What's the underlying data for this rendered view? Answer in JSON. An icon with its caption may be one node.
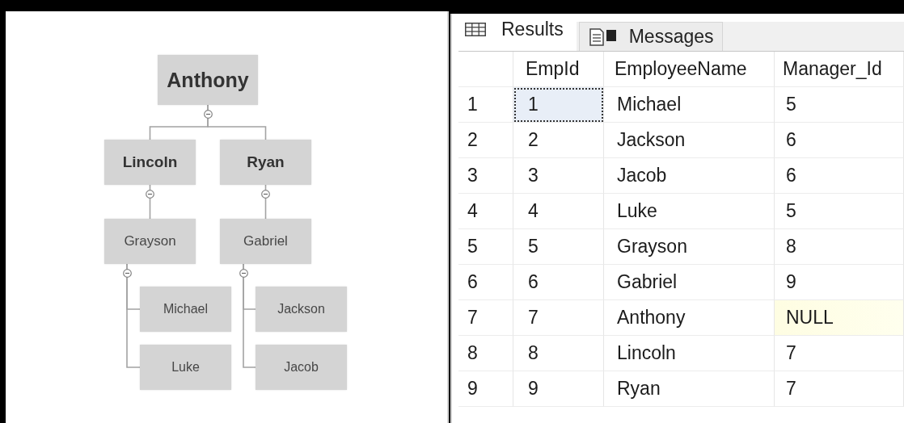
{
  "diagram": {
    "nodes": [
      {
        "text": [
          "Anthony"
        ]
      },
      {
        "text": [
          "Lincoln"
        ]
      },
      {
        "text": [
          "Ryan"
        ]
      },
      {
        "text": [
          "Grayson"
        ]
      },
      {
        "text": [
          "Gabriel"
        ]
      },
      {
        "text": [
          "Michael"
        ]
      },
      {
        "text": [
          "Jackson"
        ]
      },
      {
        "text": [
          "Luke"
        ]
      },
      {
        "text": [
          "Jacob"
        ]
      }
    ],
    "edges": [
      {
        "from": 0,
        "to": 1,
        "arrow": "none"
      },
      {
        "from": 0,
        "to": 2,
        "arrow": "none"
      },
      {
        "from": 1,
        "to": 3,
        "arrow": "none"
      },
      {
        "from": 2,
        "to": 4,
        "arrow": "none"
      },
      {
        "from": 3,
        "to": 5,
        "arrow": "none"
      },
      {
        "from": 3,
        "to": 7,
        "arrow": "none"
      },
      {
        "from": 4,
        "to": 6,
        "arrow": "none"
      },
      {
        "from": 4,
        "to": 8,
        "arrow": "none"
      }
    ],
    "labels": [
      "Results",
      "Messages",
      "EmpId",
      "EmployeeName",
      "Manager_Id",
      "1",
      "1",
      "Michael",
      "5",
      "2",
      "2",
      "Jackson",
      "6",
      "3",
      "3",
      "Jacob",
      "6",
      "4",
      "4",
      "Luke",
      "5",
      "5",
      "5",
      "Grayson",
      "8",
      "6",
      "6",
      "Gabriel",
      "9",
      "7",
      "7",
      "Anthony",
      "NULL",
      "8",
      "8",
      "Lincoln",
      "7",
      "9",
      "9",
      "Ryan",
      "7"
    ]
  }
}
